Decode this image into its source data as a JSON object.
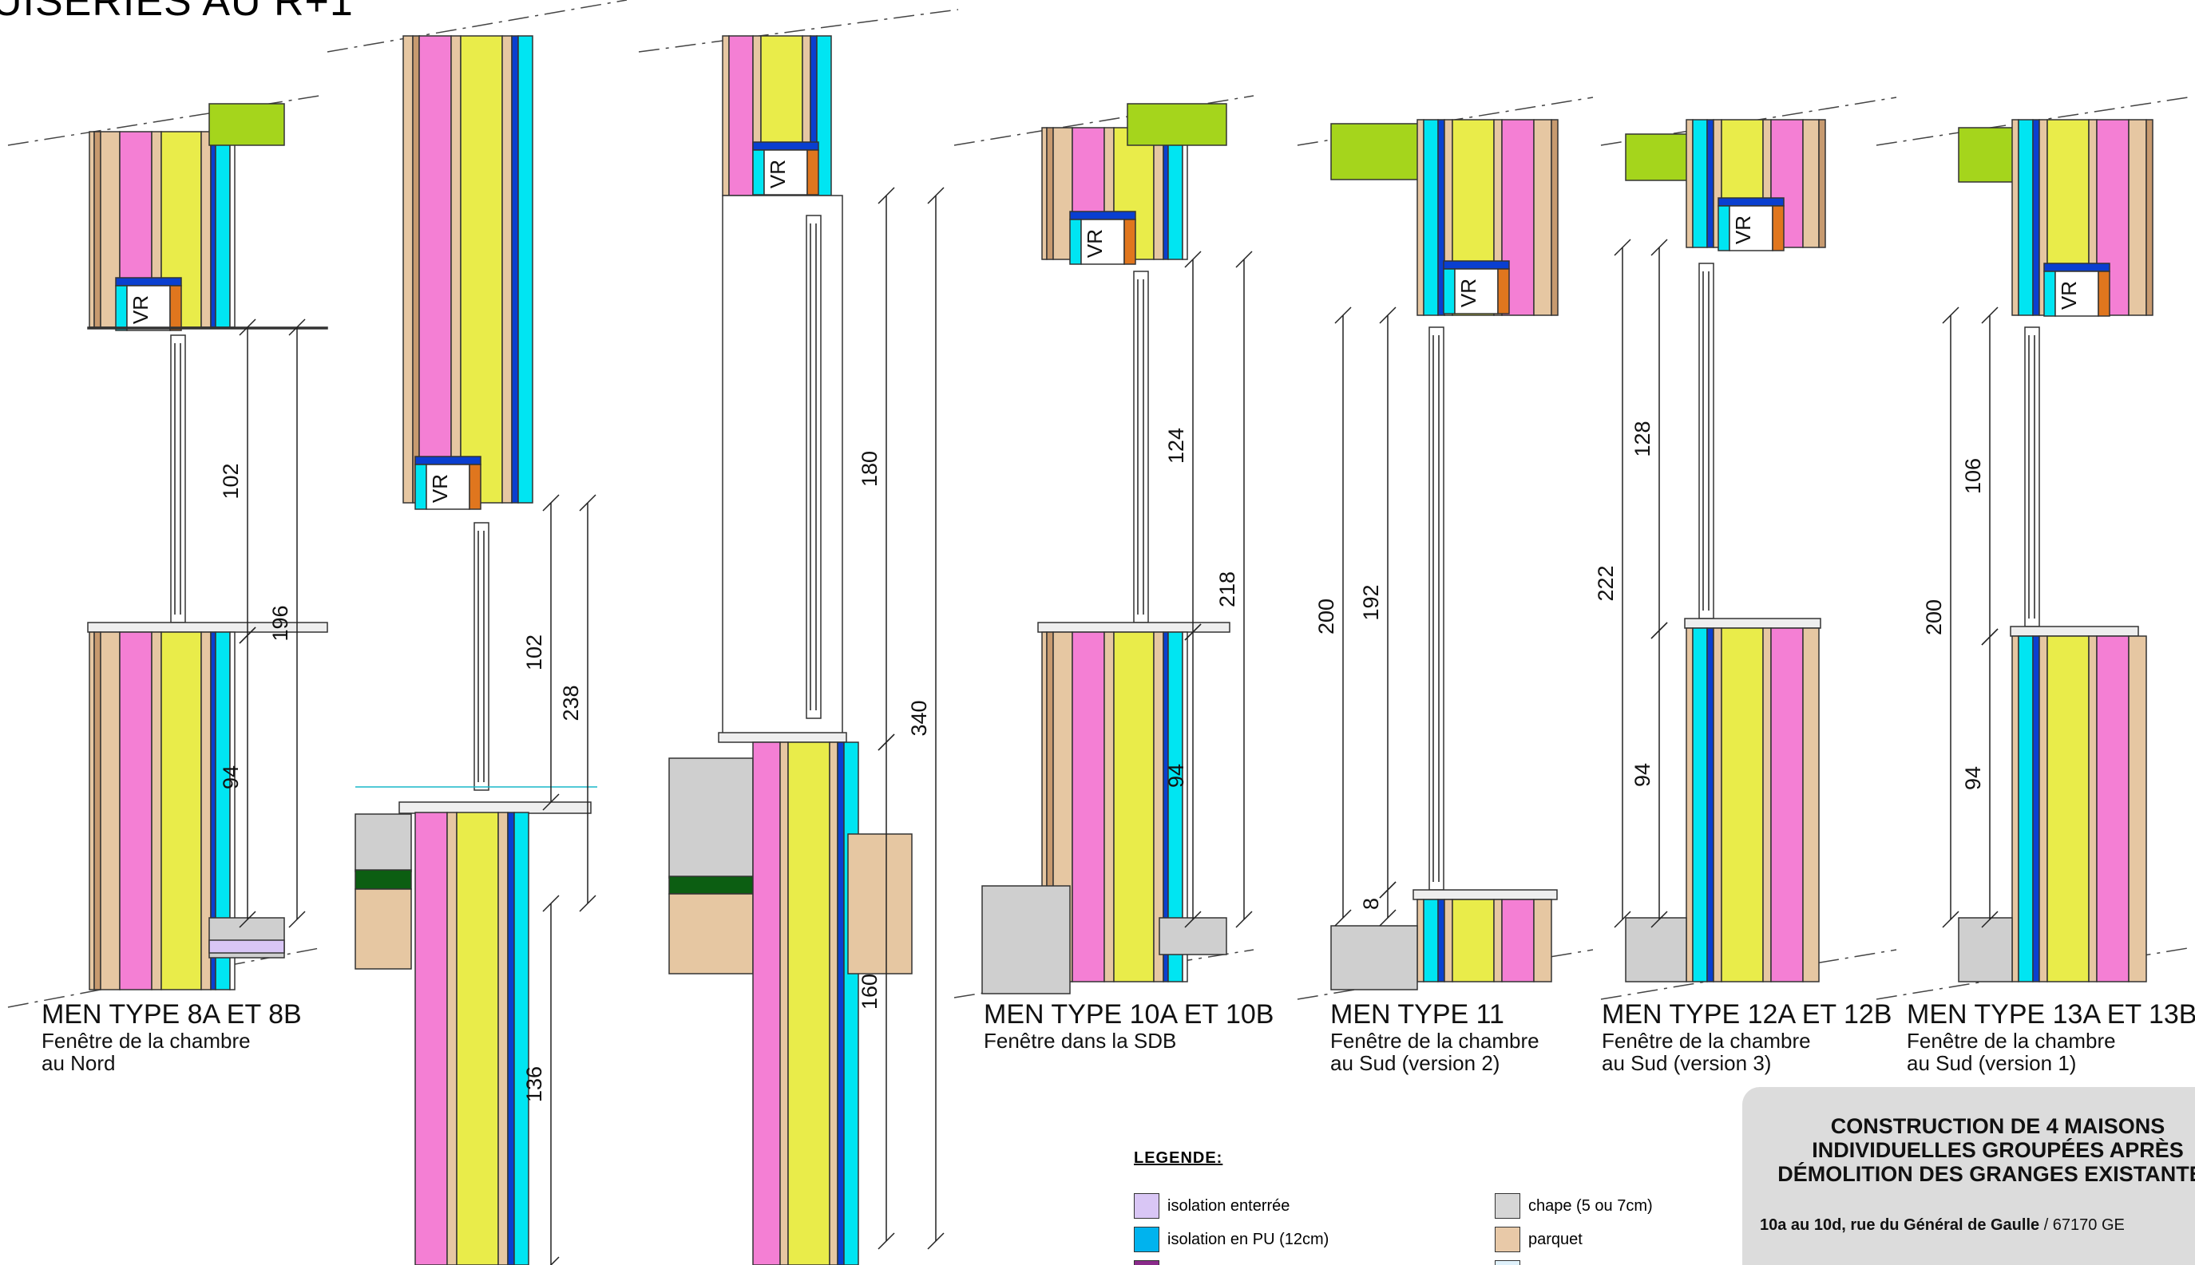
{
  "sheet": {
    "title": "UISERIES AU R+1"
  },
  "sections": [
    {
      "id": "s1",
      "title": "MEN TYPE 8A ET 8B",
      "sub1": "Fenêtre de la chambre",
      "sub2": "au Nord",
      "dims": [
        "102",
        "196",
        "94"
      ],
      "vr": "VR"
    },
    {
      "id": "s2",
      "title": "",
      "sub1": "",
      "sub2": "",
      "dims": [
        "102",
        "238",
        "136"
      ],
      "vr": "VR"
    },
    {
      "id": "s3",
      "title": "",
      "sub1": "",
      "sub2": "",
      "dims": [
        "180",
        "340",
        "160"
      ],
      "vr": "VR"
    },
    {
      "id": "s4",
      "title": "MEN TYPE 10A ET 10B",
      "sub1": "Fenêtre dans la SDB",
      "sub2": "",
      "dims": [
        "124",
        "218",
        "94"
      ],
      "vr": "VR"
    },
    {
      "id": "s5",
      "title": "MEN TYPE 11",
      "sub1": "Fenêtre de la chambre",
      "sub2": "au Sud (version 2)",
      "dims": [
        "200",
        "192",
        "8"
      ],
      "vr": "VR"
    },
    {
      "id": "s6",
      "title": "MEN TYPE 12A ET 12B",
      "sub1": "Fenêtre de la chambre",
      "sub2": "au Sud (version 3)",
      "dims": [
        "128",
        "222",
        "94"
      ],
      "vr": "VR"
    },
    {
      "id": "s7",
      "title": "MEN TYPE 13A ET 13B",
      "sub1": "Fenêtre de la chambre",
      "sub2": "au Sud (version 1)",
      "dims": [
        "106",
        "200",
        "94"
      ],
      "vr": "VR"
    }
  ],
  "legend": {
    "title": "LEGENDE:",
    "items": [
      {
        "label": "isolation enterrée",
        "color": "#d9c6f5"
      },
      {
        "label": "isolation en PU (12cm)",
        "color": "#00b3ee"
      },
      {
        "label": "",
        "color": "#8a2a8a"
      },
      {
        "label": "chape (5 ou 7cm)",
        "color": "#d6d6d6"
      },
      {
        "label": "parquet",
        "color": "#e8c9a8"
      },
      {
        "label": "",
        "color": "#dff1fb"
      }
    ]
  },
  "cartouche": {
    "line1": "CONSTRUCTION DE 4 MAISONS",
    "line2": "INDIVIDUELLES GROUPÉES APRÈS",
    "line3": "DÉMOLITION DES GRANGES EXISTANTES",
    "addr_bold": "10a au 10d, rue du Général de Gaulle",
    "addr_rest": " / 67170 GE"
  },
  "colors": {
    "pink": "#f47fd4",
    "yellow": "#e9ec4a",
    "cyan": "#00e5f2",
    "blue": "#0a3fd0",
    "wood": "#c79a6f",
    "woodLight": "#e6c7a2",
    "green": "#a5d51c",
    "grey": "#cfcfcf"
  }
}
